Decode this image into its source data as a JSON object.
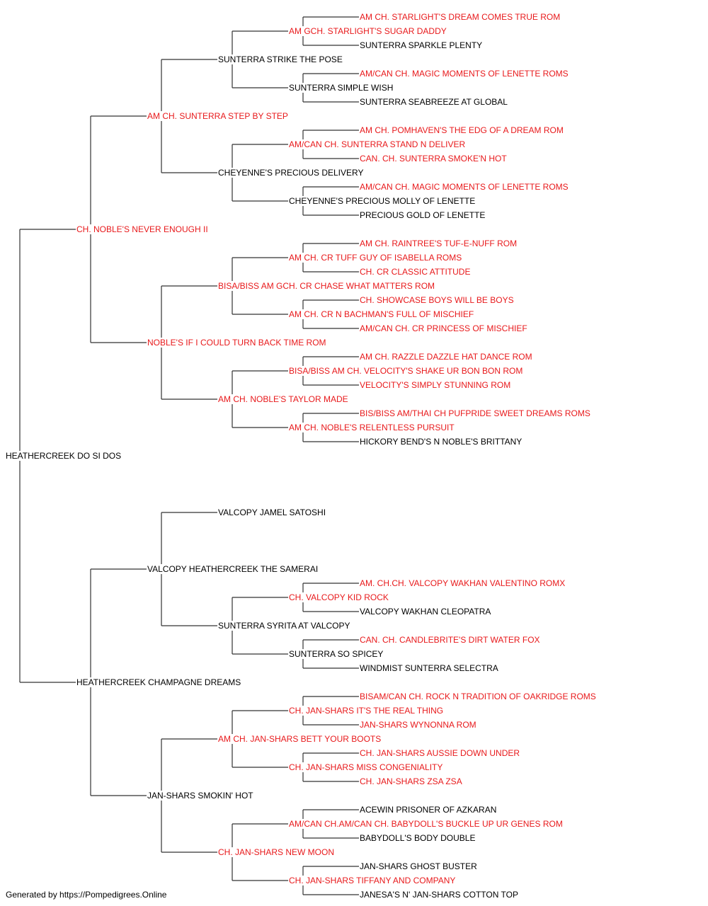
{
  "colors": {
    "champion": "#e8191b",
    "normal": "#000000",
    "line": "#333333"
  },
  "pedigree": {
    "name": "HEATHERCREEK DO SI DOS",
    "ch": false,
    "sire": {
      "name": "CH. NOBLE'S NEVER ENOUGH II",
      "ch": true,
      "sire": {
        "name": "AM CH. SUNTERRA STEP BY STEP",
        "ch": true,
        "sire": {
          "name": "SUNTERRA STRIKE THE POSE",
          "ch": false,
          "sire": {
            "name": "AM GCH. STARLIGHT'S SUGAR DADDY",
            "ch": true,
            "sire": {
              "name": "AM CH. STARLIGHT'S DREAM COMES TRUE ROM",
              "ch": true
            },
            "dam": {
              "name": "SUNTERRA SPARKLE PLENTY",
              "ch": false
            }
          },
          "dam": {
            "name": "SUNTERRA SIMPLE WISH",
            "ch": false,
            "sire": {
              "name": "AM/CAN CH. MAGIC MOMENTS OF LENETTE ROMS",
              "ch": true
            },
            "dam": {
              "name": "SUNTERRA SEABREEZE AT GLOBAL",
              "ch": false
            }
          }
        },
        "dam": {
          "name": "CHEYENNE'S PRECIOUS DELIVERY",
          "ch": false,
          "sire": {
            "name": "AM/CAN CH. SUNTERRA STAND N DELIVER",
            "ch": true,
            "sire": {
              "name": "AM CH. POMHAVEN'S THE EDG OF A DREAM ROM",
              "ch": true
            },
            "dam": {
              "name": "CAN. CH. SUNTERRA SMOKE'N HOT",
              "ch": true
            }
          },
          "dam": {
            "name": "CHEYENNE'S PRECIOUS MOLLY OF LENETTE",
            "ch": false,
            "sire": {
              "name": "AM/CAN CH. MAGIC MOMENTS OF LENETTE ROMS",
              "ch": true
            },
            "dam": {
              "name": "PRECIOUS GOLD OF LENETTE",
              "ch": false
            }
          }
        }
      },
      "dam": {
        "name": "NOBLE'S IF I COULD TURN BACK TIME ROM",
        "ch": true,
        "sire": {
          "name": "BISA/BISS AM GCH. CR CHASE WHAT MATTERS ROM",
          "ch": true,
          "sire": {
            "name": "AM CH. CR TUFF GUY OF ISABELLA ROMS",
            "ch": true,
            "sire": {
              "name": "AM CH. RAINTREE'S TUF-E-NUFF ROM",
              "ch": true
            },
            "dam": {
              "name": "CH. CR CLASSIC ATTITUDE",
              "ch": true
            }
          },
          "dam": {
            "name": "AM CH. CR N BACHMAN'S FULL OF MISCHIEF",
            "ch": true,
            "sire": {
              "name": "CH. SHOWCASE BOYS WILL BE BOYS",
              "ch": true
            },
            "dam": {
              "name": "AM/CAN CH. CR PRINCESS OF MISCHIEF",
              "ch": true
            }
          }
        },
        "dam": {
          "name": "AM CH. NOBLE'S TAYLOR MADE",
          "ch": true,
          "sire": {
            "name": "BISA/BISS AM CH. VELOCITY'S SHAKE UR BON BON ROM",
            "ch": true,
            "sire": {
              "name": "AM CH. RAZZLE DAZZLE HAT DANCE ROM",
              "ch": true
            },
            "dam": {
              "name": "VELOCITY'S SIMPLY STUNNING ROM",
              "ch": true
            }
          },
          "dam": {
            "name": "AM CH. NOBLE'S RELENTLESS PURSUIT",
            "ch": true,
            "sire": {
              "name": "BIS/BISS AM/THAI CH PUFPRIDE SWEET DREAMS ROMS",
              "ch": true
            },
            "dam": {
              "name": "HICKORY BEND'S N NOBLE'S BRITTANY",
              "ch": false
            }
          }
        }
      }
    },
    "dam": {
      "name": "HEATHERCREEK CHAMPAGNE DREAMS",
      "ch": false,
      "sire": {
        "name": "VALCOPY HEATHERCREEK THE SAMERAI",
        "ch": false,
        "sire": {
          "name": "VALCOPY JAMEL SATOSHI",
          "ch": false
        },
        "dam": {
          "name": "SUNTERRA SYRITA AT VALCOPY",
          "ch": false,
          "sire": {
            "name": "CH. VALCOPY KID ROCK",
            "ch": true,
            "sire": {
              "name": "AM. CH.CH. VALCOPY WAKHAN VALENTINO ROMX",
              "ch": true
            },
            "dam": {
              "name": "VALCOPY WAKHAN CLEOPATRA",
              "ch": false
            }
          },
          "dam": {
            "name": "SUNTERRA SO SPICEY",
            "ch": false,
            "sire": {
              "name": "CAN. CH. CANDLEBRITE'S DIRT WATER FOX",
              "ch": true
            },
            "dam": {
              "name": "WINDMIST SUNTERRA SELECTRA",
              "ch": false
            }
          }
        }
      },
      "dam": {
        "name": "JAN-SHARS SMOKIN' HOT",
        "ch": false,
        "sire": {
          "name": "AM CH. JAN-SHARS BETT YOUR BOOTS",
          "ch": true,
          "sire": {
            "name": "CH. JAN-SHARS IT'S THE REAL THING",
            "ch": true,
            "sire": {
              "name": "BISAM/CAN CH. ROCK N TRADITION OF OAKRIDGE ROMS",
              "ch": true
            },
            "dam": {
              "name": "JAN-SHARS WYNONNA ROM",
              "ch": true
            }
          },
          "dam": {
            "name": "CH. JAN-SHARS MISS CONGENIALITY",
            "ch": true,
            "sire": {
              "name": "CH. JAN-SHARS AUSSIE DOWN UNDER",
              "ch": true
            },
            "dam": {
              "name": "CH. JAN-SHARS ZSA ZSA",
              "ch": true
            }
          }
        },
        "dam": {
          "name": "CH. JAN-SHARS NEW MOON",
          "ch": true,
          "sire": {
            "name": "AM/CAN CH.AM/CAN CH. BABYDOLL'S BUCKLE UP UR GENES ROM",
            "ch": true,
            "sire": {
              "name": "ACEWIN PRISONER OF AZKARAN",
              "ch": false
            },
            "dam": {
              "name": "BABYDOLL'S BODY DOUBLE",
              "ch": false
            }
          },
          "dam": {
            "name": "CH. JAN-SHARS TIFFANY AND COMPANY",
            "ch": true,
            "sire": {
              "name": "JAN-SHARS GHOST BUSTER",
              "ch": false
            },
            "dam": {
              "name": "JANESA'S N' JAN-SHARS COTTON TOP",
              "ch": false
            }
          }
        }
      }
    }
  },
  "footer": "Generated by https://Pompedigrees.Online"
}
